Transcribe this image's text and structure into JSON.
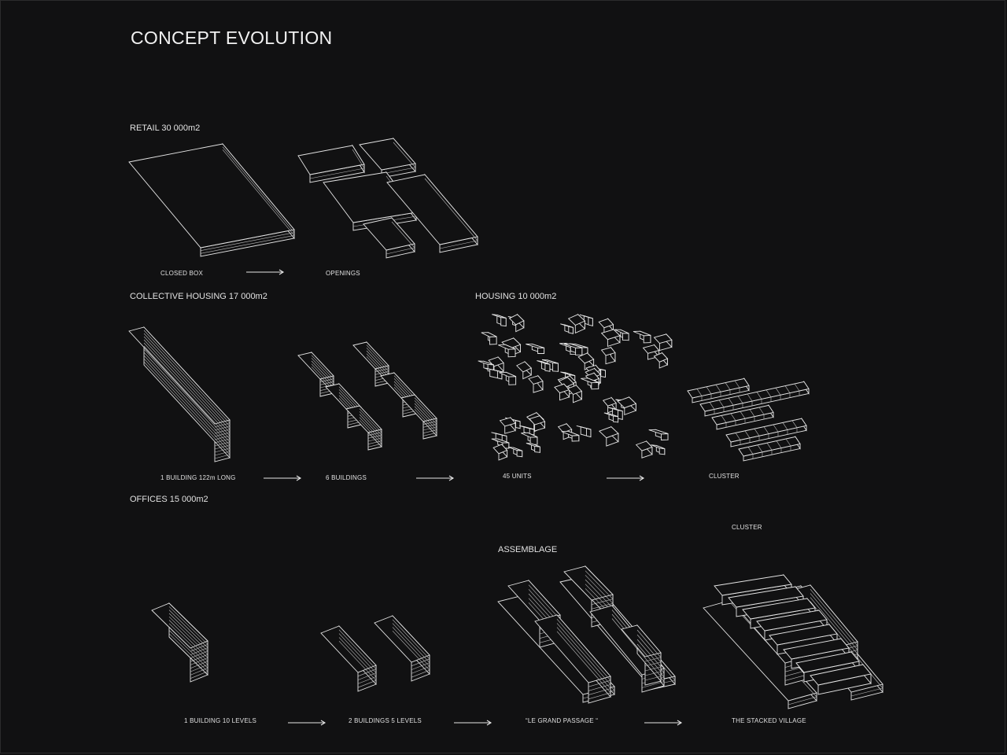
{
  "title": "CONCEPT EVOLUTION",
  "sections": {
    "retail": {
      "label": "RETAIL 30 000m2",
      "steps": [
        "CLOSED BOX",
        "OPENINGS"
      ]
    },
    "collective_housing": {
      "label": "COLLECTIVE HOUSING 17 000m2",
      "steps": [
        "1 BUILDING  122m LONG",
        "6 BUILDINGS"
      ]
    },
    "housing": {
      "label": "HOUSING 10 000m2",
      "steps": [
        "45 UNITS",
        "CLUSTER"
      ]
    },
    "offices": {
      "label": "OFFICES 15 000m2",
      "steps": [
        "1 BUILDING 10 LEVELS",
        "2 BUILDINGS 5 LEVELS",
        "“LE GRAND PASSAGE “",
        "THE STACKED VILLAGE"
      ]
    },
    "assemblage": {
      "label": "ASSEMBLAGE",
      "cluster_label": "CLUSTER"
    }
  },
  "colors": {
    "background": "#111112",
    "line": "#e6e6e6"
  },
  "icons": [
    "arrow-right-icon"
  ]
}
